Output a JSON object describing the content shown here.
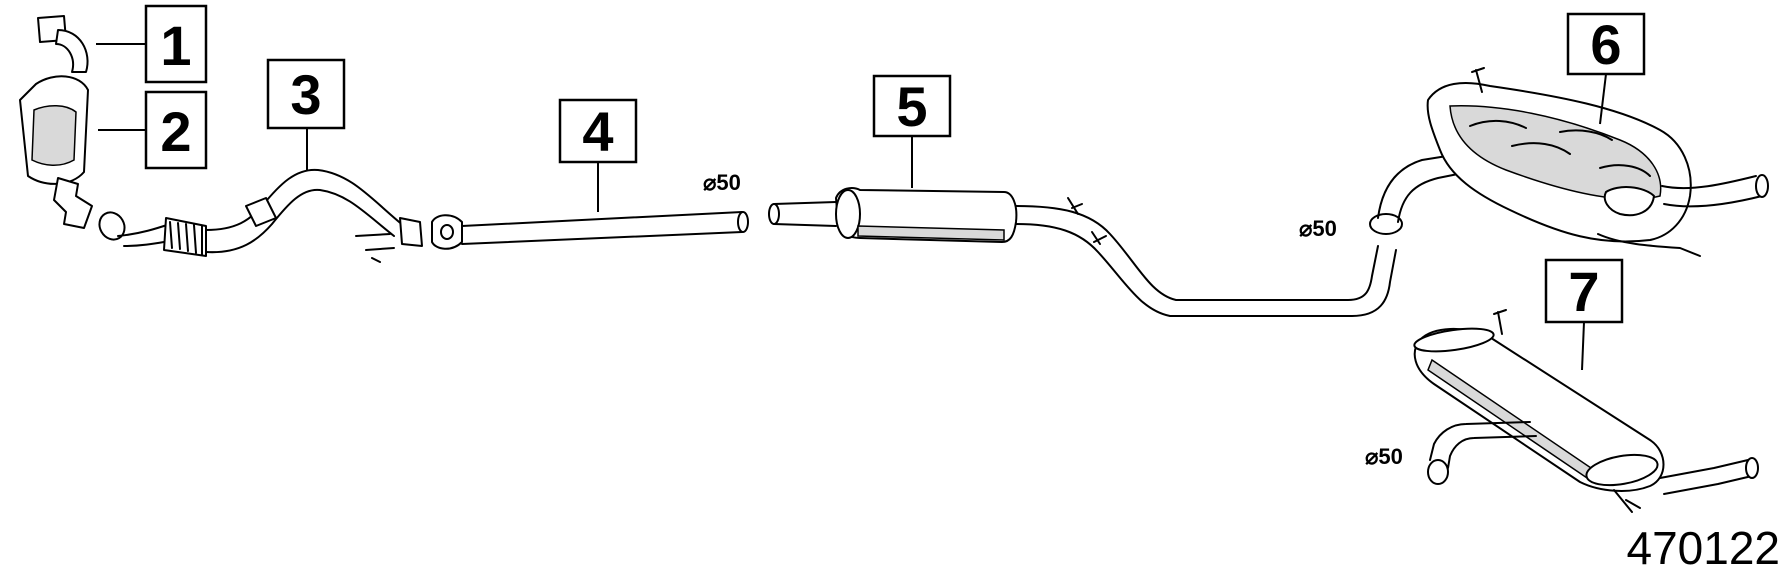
{
  "callouts": [
    {
      "number": "1"
    },
    {
      "number": "2"
    },
    {
      "number": "3"
    },
    {
      "number": "4"
    },
    {
      "number": "5"
    },
    {
      "number": "6"
    },
    {
      "number": "7"
    }
  ],
  "dimensions": [
    "⌀50",
    "⌀50",
    "⌀50"
  ],
  "diagram_ref": "470122"
}
